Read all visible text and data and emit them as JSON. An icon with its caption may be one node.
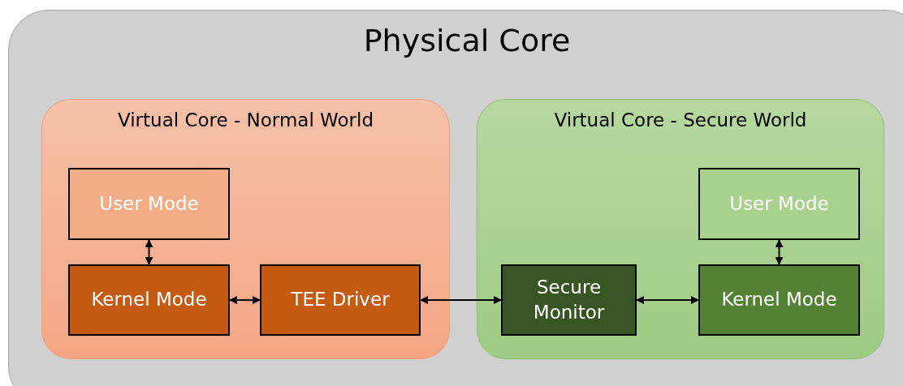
{
  "diagram": {
    "nodes": [
      {
        "text": [
          "Physical Core"
        ]
      },
      {
        "text": [
          "Virtual Core - Normal World"
        ],
        "in": 0
      },
      {
        "text": [
          "User Mode"
        ],
        "in": 1
      },
      {
        "text": [
          "Kernel Mode"
        ],
        "in": 1
      },
      {
        "text": [
          "TEE Driver"
        ],
        "in": 1
      },
      {
        "text": [
          "Virtual Core - Secure World"
        ],
        "in": 0
      },
      {
        "text": [
          "Secure Monitor"
        ],
        "in": 5
      },
      {
        "text": [
          "Kernel Mode"
        ],
        "in": 5
      },
      {
        "text": [
          "User Mode"
        ],
        "in": 5
      }
    ],
    "edges": [
      {
        "from": 2,
        "to": 3,
        "arrow": "both"
      },
      {
        "from": 3,
        "to": 4,
        "arrow": "both"
      },
      {
        "from": 4,
        "to": 6,
        "arrow": "both"
      },
      {
        "from": 6,
        "to": 7,
        "arrow": "both"
      },
      {
        "from": 7,
        "to": 8,
        "arrow": "both"
      }
    ]
  }
}
